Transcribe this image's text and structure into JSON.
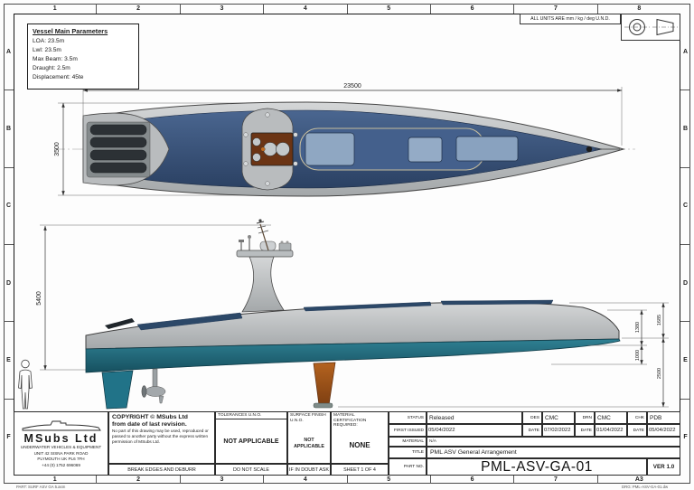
{
  "sheet": {
    "units_note": "ALL UNITS ARE mm / kg / deg U.N.D.",
    "grid_cols_top": [
      "1",
      "2",
      "3",
      "4",
      "5",
      "6",
      "7",
      "8"
    ],
    "grid_cols_bottom": [
      "1",
      "2",
      "3",
      "4",
      "5",
      "6",
      "7",
      "A3"
    ],
    "grid_rows": [
      "A",
      "B",
      "C",
      "D",
      "E",
      "F"
    ],
    "footer_left": "PART: SURF ASV GA 5.asm",
    "footer_right": "DRG: PML-ASV-GA-01.dw"
  },
  "params": {
    "title": "Vessel Main Parameters",
    "lines": [
      "LOA: 23.5m",
      "Lwl: 23.5m",
      "Max Beam: 3.5m",
      "Draught: 2.5m",
      "Displacement: 45te"
    ]
  },
  "dims": {
    "length": "23500",
    "beam": "3500",
    "mast_height": "5400",
    "freeboard": "1380",
    "bow_height": "1685",
    "hull_draught": "1000",
    "max_draught": "2500"
  },
  "title_block": {
    "logo": {
      "name": "MSubs Ltd",
      "tagline": "UNDERWATER VEHICLES & EQUIPMENT",
      "address1": "UNIT 42 SISNA PARK ROAD",
      "address2": "PLYMOUTH UK PL6 7FH",
      "phone": "+44 (0) 1752 696069"
    },
    "copyright": {
      "line1": "COPYRIGHT © MSubs Ltd",
      "line2": "from date of last revision.",
      "fine_print": "No part of this drawing may be used, reproduced or passed to another party without the express written permission of MSubs Ltd."
    },
    "tolerances": {
      "label": "TOLERANCES U.N.O.",
      "value": "NOT APPLICABLE"
    },
    "surface_finish": {
      "label": "SURFACE FINISH U.N.O.",
      "value": "NOT APPLICABLE"
    },
    "material_cert": {
      "label": "MATERIAL CERTIFICATION REQUIRED:",
      "value": "NONE"
    },
    "notes": {
      "break_edges": "BREAK EDGES AND DEBURR",
      "do_not_scale": "DO NOT SCALE",
      "if_in_doubt": "IF IN DOUBT ASK",
      "sheet": "SHEET 1  OF 4"
    },
    "status": {
      "label": "STATUS",
      "value": "Released"
    },
    "first_issued": {
      "label": "FIRST ISSUED",
      "value": "05/04/2022"
    },
    "material": {
      "label": "MATERIAL",
      "value": "N/A"
    },
    "des": {
      "label": "DES",
      "value": "CMC",
      "date_label": "DATE",
      "date": "07/02/2022"
    },
    "drn": {
      "label": "DRN",
      "value": "CMC",
      "date_label": "DATE",
      "date": "01/04/2022"
    },
    "chk": {
      "label": "CHK",
      "value": "PDB",
      "date_label": "DATE",
      "date": "05/04/2022"
    },
    "title_row": {
      "label": "TITLE",
      "value": "PML ASV General Arrangement"
    },
    "part_row": {
      "label": "PART NO.",
      "value": "PML-ASV-GA-01",
      "version": "VER 1.0"
    }
  },
  "colors": {
    "deck_blue": "#35517a",
    "hull_gray": "#c2c5c6",
    "underwater_teal": "#27788d",
    "keel_orange": "#a8571e",
    "hatch_blue": "#8fa7c2"
  }
}
